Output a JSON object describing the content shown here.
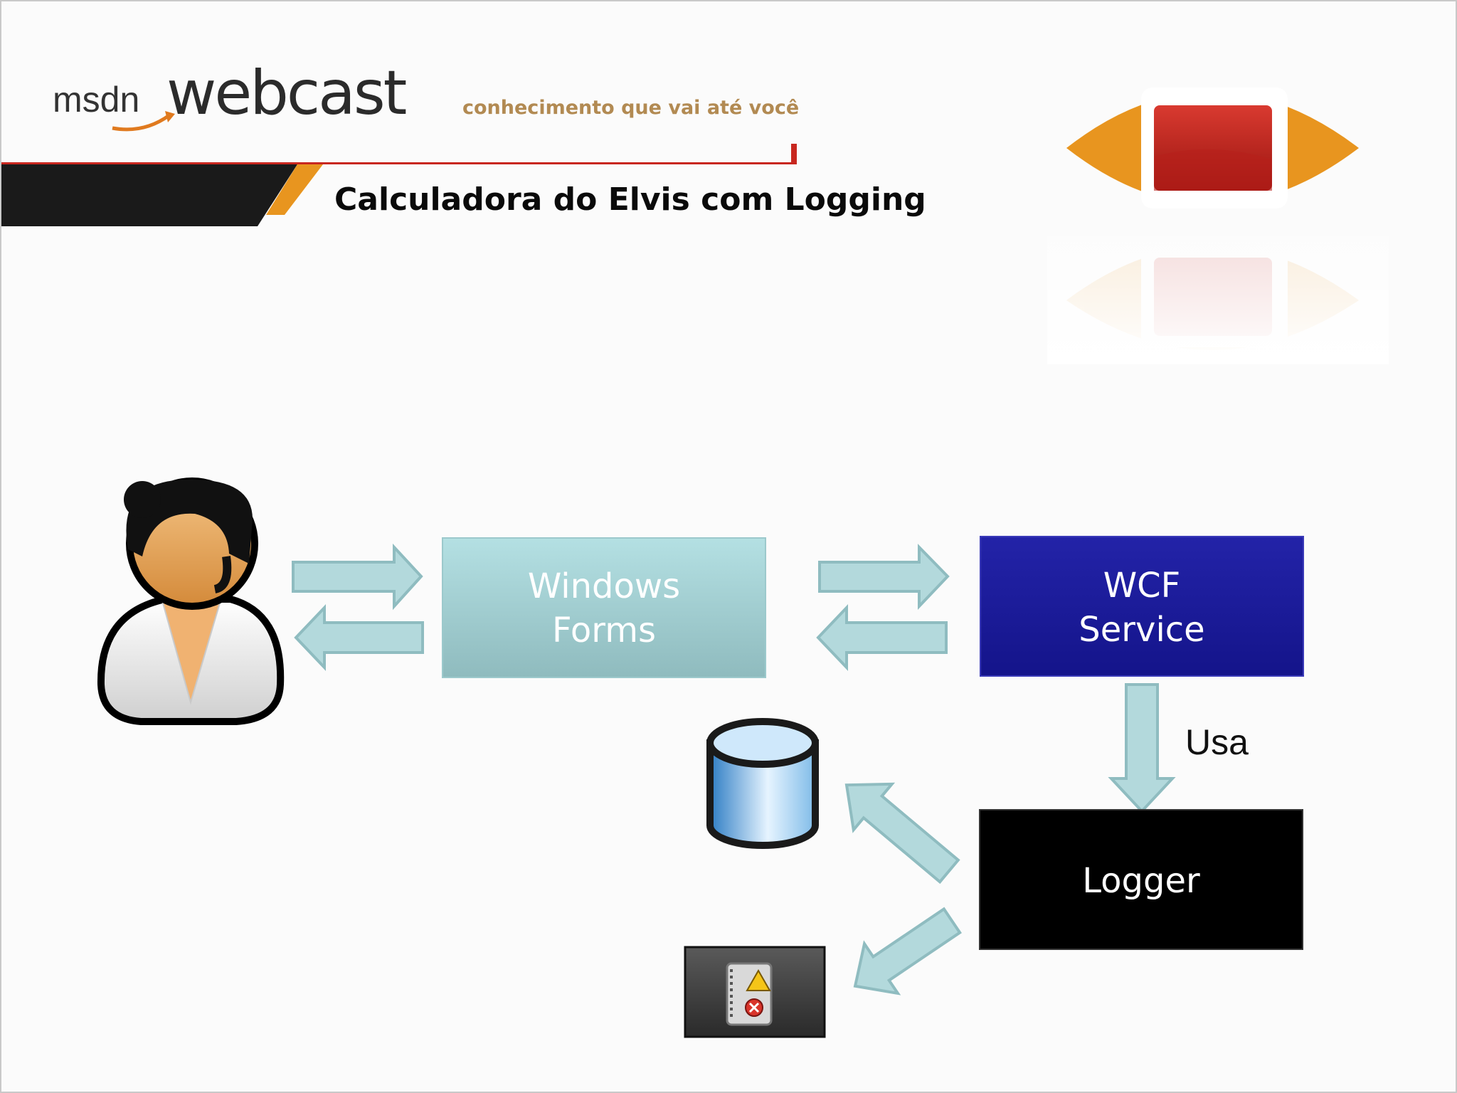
{
  "header": {
    "logo_msdn": "msdn",
    "logo_webcast": "webcast",
    "tagline": "conhecimento que vai até você",
    "title": "Calculadora do Elvis com Logging"
  },
  "diagram": {
    "windows_forms": {
      "line1": "Windows",
      "line2": "Forms"
    },
    "wcf_service": {
      "line1": "WCF",
      "line2": "Service"
    },
    "logger": {
      "label": "Logger"
    },
    "uses_label": "Usa"
  },
  "colors": {
    "accent_orange": "#e8951f",
    "accent_red": "#c8271f",
    "windows_forms_box": "#a7d2d5",
    "wcf_box": "#1e1e9c",
    "logger_box": "#000000",
    "arrow_fill": "#b3d9dc",
    "arrow_stroke": "#8fbcc0"
  },
  "icons": [
    "user-icon",
    "database-icon",
    "event-log-icon",
    "video-eye-logo"
  ]
}
